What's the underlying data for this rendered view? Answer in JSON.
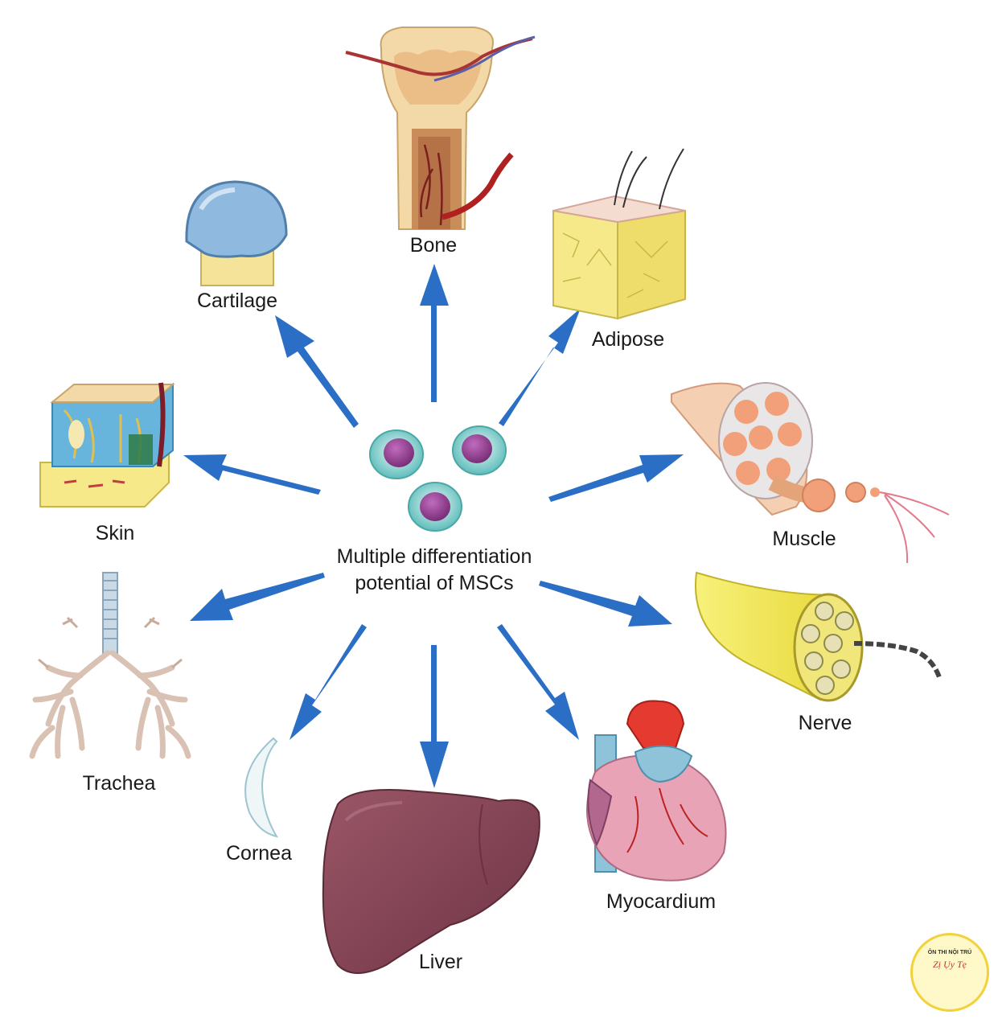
{
  "center": {
    "line1": "Multiple differentiation",
    "line2": "potential of MSCs"
  },
  "tissues": {
    "bone": "Bone",
    "cartilage": "Cartilage",
    "adipose": "Adipose",
    "skin": "Skin",
    "muscle": "Muscle",
    "trachea": "Trachea",
    "nerve": "Nerve",
    "cornea": "Cornea",
    "liver": "Liver",
    "myocardium": "Myocardium"
  },
  "logo": {
    "line1": "ÔN THI NỘI TRÚ",
    "line2": "Zị Ụy Tẹ"
  },
  "colors": {
    "arrow": "#2a6ec5",
    "cell_ring": "#6cc6c3",
    "cell_nucleus": "#8e3d8d",
    "bone": "#f4d9a8",
    "cartilage": "#8fb9de",
    "adipose": "#f6e98a",
    "muscle": "#f2b28c",
    "nerve": "#f3ec5a",
    "liver": "#8a4a5a",
    "heart": "#e8a4b6"
  }
}
